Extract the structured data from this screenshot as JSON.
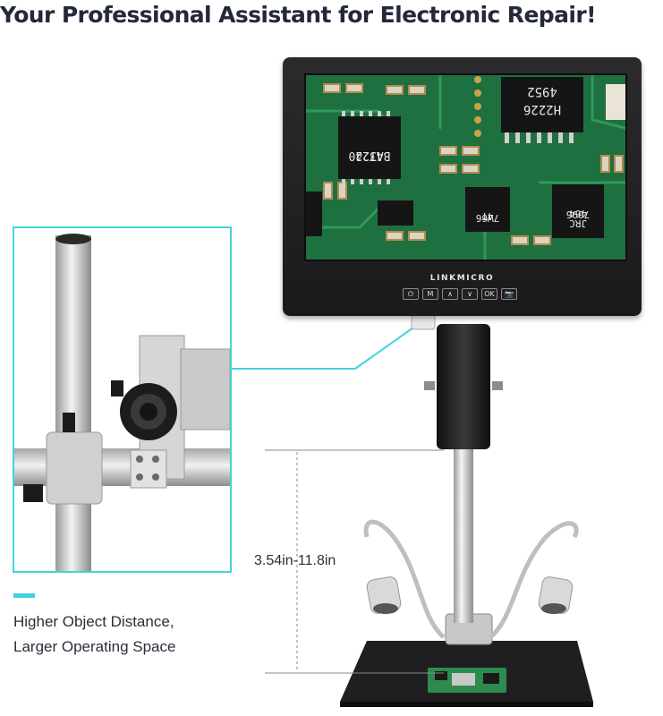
{
  "headline": "Your Professional Assistant for Electronic Repair!",
  "monitor": {
    "brand": "LINKMICRO",
    "buttons": [
      {
        "label": "⏻",
        "icon": "power-icon"
      },
      {
        "label": "M",
        "icon": "menu-icon"
      },
      {
        "label": "∧",
        "icon": "up-arrow-icon"
      },
      {
        "label": "∨",
        "icon": "down-arrow-icon"
      },
      {
        "label": "OK",
        "icon": "ok-icon"
      },
      {
        "label": "📷",
        "icon": "camera-icon"
      }
    ],
    "chip_markings": {
      "chip_1": "BA3240\n4T22",
      "chip_2": "H2226\n4952",
      "chip_3": "7W66\n4T",
      "chip_4": "7096\n464\nJRC"
    }
  },
  "distance": {
    "label": "3.54in-11.8in"
  },
  "caption": {
    "line1": "Higher Object Distance,",
    "line2": "Larger Operating Space"
  },
  "colors": {
    "accent": "#43d3de",
    "pcb_green": "#1e6b3a",
    "headline": "#23293a"
  }
}
